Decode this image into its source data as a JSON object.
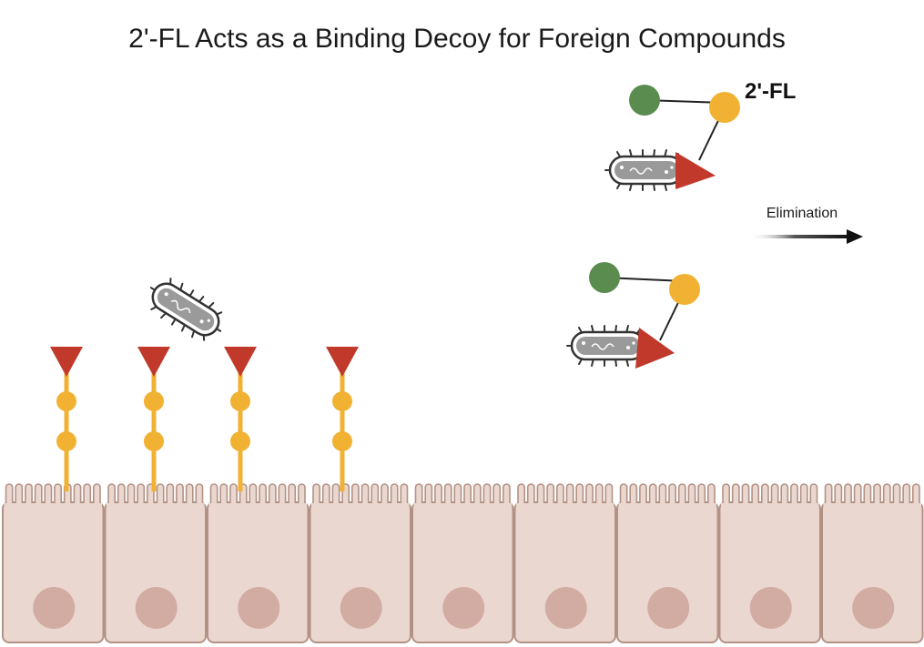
{
  "title": "2'-FL Acts as a Binding Decoy for Foreign Compounds",
  "molecule_label": "2'-FL",
  "arrow_label": "Elimination",
  "icons": {
    "bacterium": "bacterium-icon",
    "epithelial_cell": "epithelial-cell-icon",
    "receptor": "glycan-receptor-icon"
  },
  "colors": {
    "fucose_triangle": "#c0392b",
    "galactose_circle": "#f1b233",
    "glucose_circle": "#5b8c4f",
    "bacterium_fill": "#9a9a9a",
    "bacterium_outline": "#333333",
    "cell_fill": "#ead8d0",
    "cell_outline": "#b39286",
    "nucleus": "#d2aca3",
    "receptor_stem": "#f1b233"
  },
  "counts": {
    "epithelial_cells": 9,
    "surface_receptors": 4,
    "free_bacteria": 1,
    "decoy_complexes": 2
  }
}
